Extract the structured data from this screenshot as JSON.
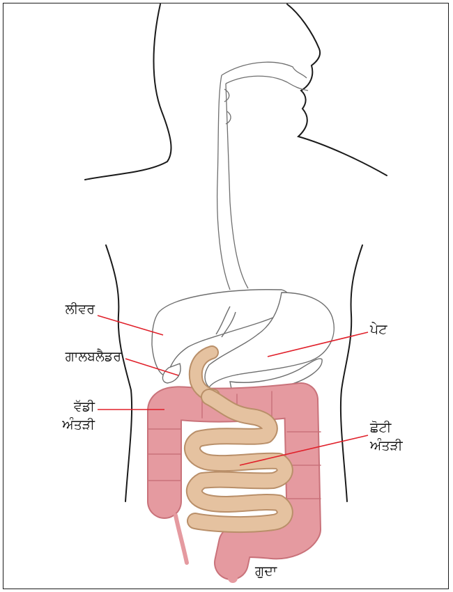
{
  "labels": {
    "liver": "ਲੀਵਰ",
    "gallbladder": "ਗਾਲਬਲੈਡਰ",
    "large_intestine": [
      "ਵੱਡੀ",
      "ਅੰਤੜੀ"
    ],
    "stomach": "ਪੇਟ",
    "small_intestine": [
      "ਛੋਟੀ",
      "ਅੰਤੜੀ"
    ],
    "rectum": "ਗੁਦਾ"
  },
  "colors": {
    "outline": "#1a1a1a",
    "organ_outline": "#6e6e6e",
    "leader_line": "#e0202a",
    "large_intestine_fill": "#e59aa0",
    "large_intestine_edge": "#c9727a",
    "small_intestine_fill": "#e5c2a0",
    "small_intestine_edge": "#b98f69"
  }
}
